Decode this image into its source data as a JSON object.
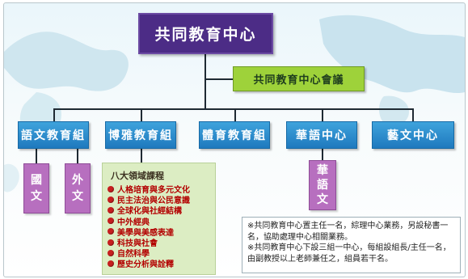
{
  "title": "共同教育中心",
  "council": "共同教育中心會議",
  "units": [
    {
      "label": "語文教育組"
    },
    {
      "label": "博雅教育組"
    },
    {
      "label": "體育教育組"
    },
    {
      "label": "華語中心"
    },
    {
      "label": "藝文中心"
    }
  ],
  "language_subunits": [
    {
      "label": "國文",
      "chars": [
        "國",
        "文"
      ]
    },
    {
      "label": "外文",
      "chars": [
        "外",
        "文"
      ]
    }
  ],
  "chinese_center_sub": {
    "label": "華語文",
    "chars": [
      "華",
      "語",
      "文"
    ]
  },
  "general_education": {
    "heading": "八大領域課程",
    "items": [
      "人格培育與多元文化",
      "民主法治與公民意識",
      "全球化與社經結構",
      "中外經典",
      "美學與美感表達",
      "科技與社會",
      "自然科學",
      "歷史分析與詮釋"
    ]
  },
  "notes": [
    "※共同教育中心置主任一名，綜理中心業務，另設秘書一名，協助處理中心相關業務。",
    "※共同教育中心下設三組一中心，每組設組長/主任一名，由副教授以上老師兼任之，組員若干名。"
  ],
  "colors": {
    "title_bg": "#4c2c86",
    "council_bg": "#9ed23a",
    "unit_bg": "#2b8fd0",
    "subunit_bg": "#b76fbf",
    "panel_bg": "#dcedc3",
    "bullet": "#c71f1f",
    "line": "#1f2a33"
  }
}
